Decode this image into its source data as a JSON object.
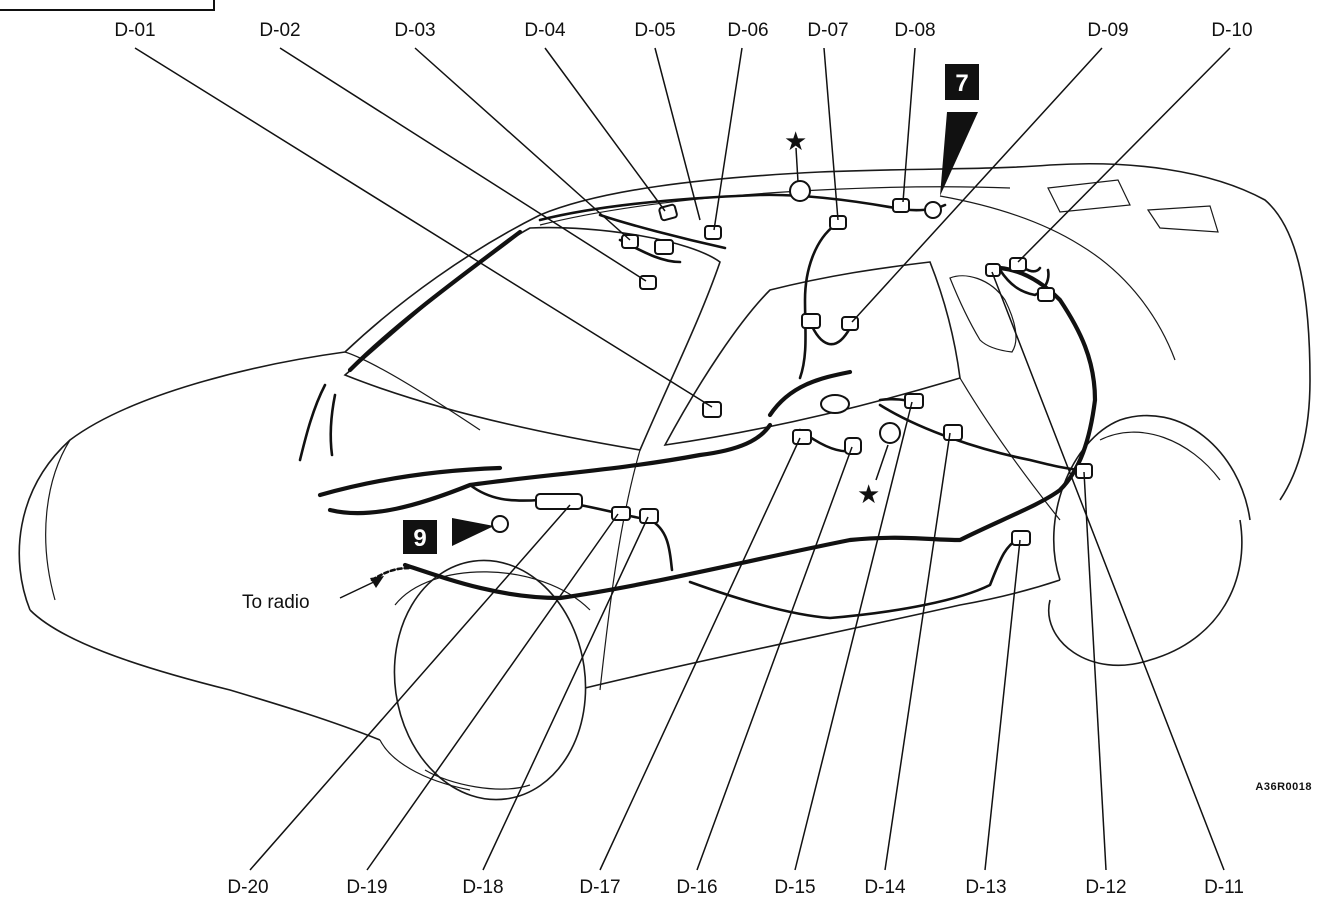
{
  "connectors_top": [
    "D-01",
    "D-02",
    "D-03",
    "D-04",
    "D-05",
    "D-06",
    "D-07",
    "D-08",
    "D-09",
    "D-10"
  ],
  "connectors_bottom": [
    "D-20",
    "D-19",
    "D-18",
    "D-17",
    "D-16",
    "D-15",
    "D-14",
    "D-13",
    "D-12",
    "D-11"
  ],
  "callouts": {
    "marker_7": "7",
    "marker_9": "9",
    "to_radio": "To radio",
    "star_symbol": "★"
  },
  "figure_code": "A36R0018"
}
